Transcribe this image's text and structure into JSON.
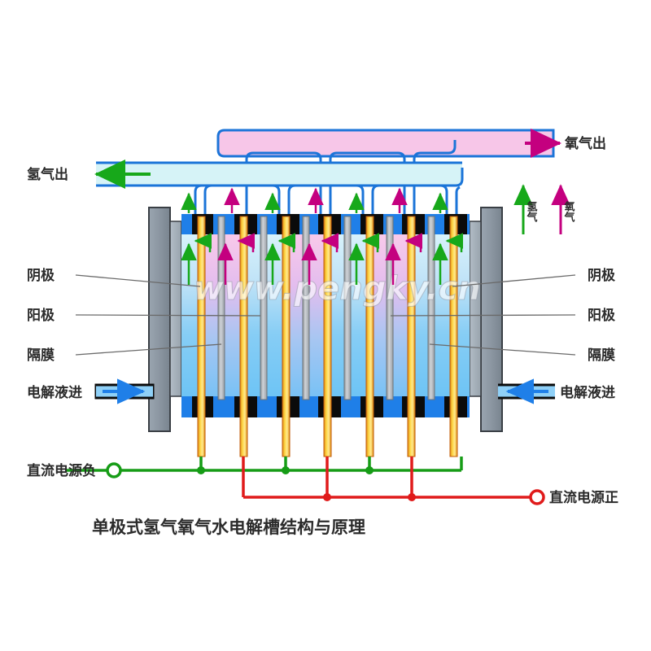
{
  "diagram": {
    "title": "单极式氢气氧气水电解槽结构与原理",
    "watermark": "www.pengky.cn",
    "labels": {
      "hydrogen_out_left": "氢气出",
      "oxygen_out_right": "氧气出",
      "cathode_left": "阴极",
      "anode_left": "阳极",
      "membrane_left": "隔膜",
      "electrolyte_in_left": "电解液进",
      "cathode_right": "阴极",
      "anode_right": "阳极",
      "membrane_right": "隔膜",
      "electrolyte_in_right": "电解液进",
      "dc_negative": "直流电源负",
      "dc_positive": "直流电源正"
    },
    "legend": {
      "hydrogen": "氢气",
      "oxygen": "氧气",
      "hydrogen_color": "#17a81a",
      "oxygen_color": "#c4007f"
    },
    "colors": {
      "pipe_stroke": "#1b74d8",
      "hydrogen_fill": "#d6f3f7",
      "oxygen_fill": "#f7c6e8",
      "electrolyte_blue": "#1f7fe8",
      "endplate_dark": "#8e99a4",
      "endplate_light": "#a9b4be",
      "electrode_orange": "#f5a41e",
      "electrode_core": "#ffe24d",
      "membrane_gray": "#b9bcc0",
      "seal_black": "#0b0b0b",
      "wire_negative": "#169c16",
      "wire_positive": "#e01b1b",
      "leader_line": "#6a6a6a"
    },
    "cells": {
      "count": 7,
      "electrode_polarities": [
        "negative",
        "positive",
        "negative",
        "positive",
        "negative",
        "positive",
        "negative"
      ],
      "chamber_types": [
        "hydrogen",
        "oxygen",
        "hydrogen",
        "oxygen",
        "hydrogen",
        "oxygen",
        "hydrogen",
        "oxygen",
        "hydrogen",
        "oxygen",
        "hydrogen",
        "oxygen",
        "hydrogen"
      ]
    }
  }
}
